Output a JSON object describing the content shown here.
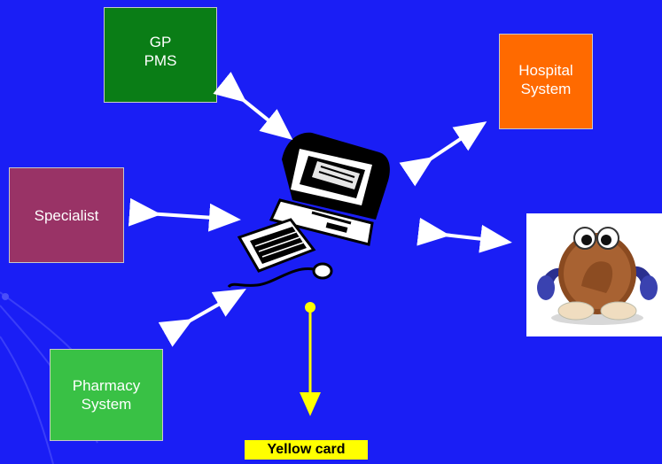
{
  "nodes": {
    "gp": "GP\nPMS",
    "hospital": "Hospital\nSystem",
    "specialist": "Specialist",
    "pharmacy": "Pharmacy\nSystem",
    "yellow_card": "Yellow card"
  },
  "colors": {
    "background": "#1a1ef5",
    "gp": "#0a7d16",
    "hospital": "#ff6a00",
    "specialist": "#993366",
    "pharmacy": "#39c145",
    "yellow_card": "#ffff00",
    "arrow": "#ffffff",
    "yellow_arrow": "#ffff00"
  },
  "icons": {
    "center": "computer-clipart-icon",
    "patient": "coin-character-icon"
  }
}
